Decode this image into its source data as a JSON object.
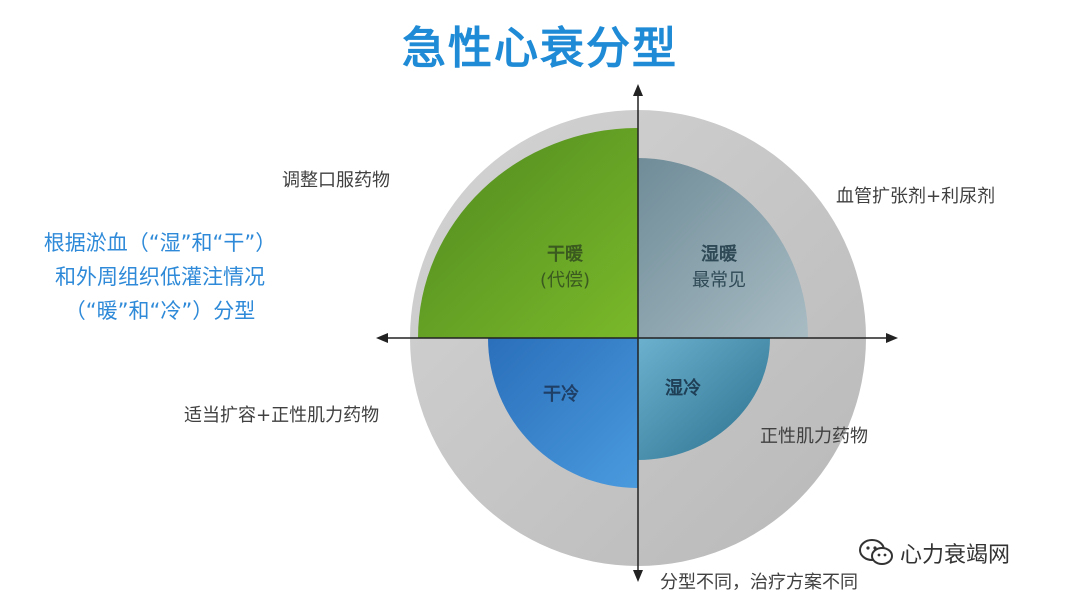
{
  "title": "急性心衰分型",
  "intro_lines": [
    "根据淤血（“湿”和“干”）",
    "和外周组织低灌注情况",
    "（“暖”和“冷”）分型"
  ],
  "quadrants": {
    "dry_warm": {
      "name": "干暖",
      "sub": "(代偿)",
      "color": "#5a9a22"
    },
    "wet_warm": {
      "name": "湿暖",
      "sub": "最常见",
      "color": "#7f9aa6"
    },
    "dry_cold": {
      "name": "干冷",
      "color": "#2f78c4"
    },
    "wet_cold": {
      "name": "湿冷",
      "color": "#3f8fb0"
    }
  },
  "treatments": {
    "top_left": "调整口服药物",
    "top_right": "血管扩张剂+利尿剂",
    "bottom_left": "适当扩容+正性肌力药物",
    "bottom_right": "正性肌力药物",
    "bottom": "分型不同，治疗方案不同"
  },
  "outer_ring_color": "#c8c8c8",
  "watermark": {
    "icon": "wechat-icon",
    "text": "心力衰竭网"
  }
}
